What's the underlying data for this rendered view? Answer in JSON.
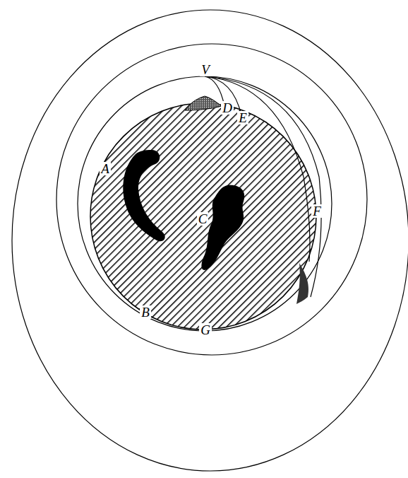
{
  "diagram": {
    "labels": [
      "V",
      "D",
      "E",
      "A",
      "C",
      "F",
      "B",
      "G"
    ]
  }
}
